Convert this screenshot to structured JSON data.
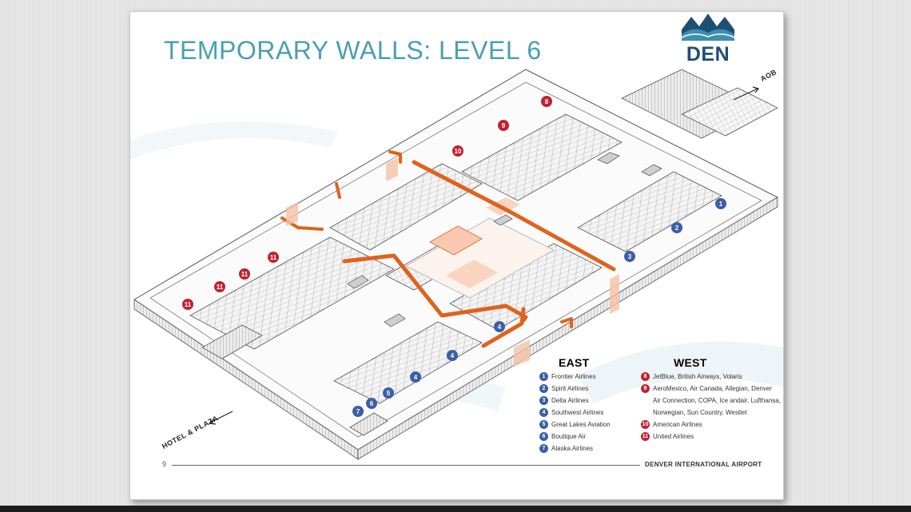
{
  "slide": {
    "title": "TEMPORARY WALLS: LEVEL 6",
    "logo_text": "DEN",
    "page_number": "9",
    "footer": "DENVER INTERNATIONAL AIRPORT",
    "direction_labels": {
      "aob": "AOB",
      "hotel_plaza": "HOTEL & PLAZA"
    }
  },
  "colors": {
    "title": "#4a9fb3",
    "logo_navy": "#1d4f75",
    "logo_teal": "#3d8fb0",
    "east_marker": "#3a5ea8",
    "west_marker": "#bf2233",
    "temporary_wall": "#e0621c",
    "temporary_wall_light": "#f6c2a6"
  },
  "map_markers": [
    {
      "label": "8",
      "side": "west"
    },
    {
      "label": "9",
      "side": "west"
    },
    {
      "label": "10",
      "side": "west"
    },
    {
      "label": "11",
      "side": "west"
    },
    {
      "label": "11",
      "side": "west"
    },
    {
      "label": "11",
      "side": "west"
    },
    {
      "label": "11",
      "side": "west"
    },
    {
      "label": "1",
      "side": "east"
    },
    {
      "label": "2",
      "side": "east"
    },
    {
      "label": "3",
      "side": "east"
    },
    {
      "label": "4",
      "side": "east"
    },
    {
      "label": "4",
      "side": "east"
    },
    {
      "label": "4",
      "side": "east"
    },
    {
      "label": "5",
      "side": "east"
    },
    {
      "label": "6",
      "side": "east"
    },
    {
      "label": "7",
      "side": "east"
    }
  ],
  "legend": {
    "east": {
      "heading": "EAST",
      "items": [
        {
          "num": "1",
          "name": "Frontier Airlines"
        },
        {
          "num": "2",
          "name": "Spirit Airlines"
        },
        {
          "num": "3",
          "name": "Delta Airlines"
        },
        {
          "num": "4",
          "name": "Southwest Airlines"
        },
        {
          "num": "5",
          "name": "Great Lakes Aviation"
        },
        {
          "num": "6",
          "name": "Boutique Air"
        },
        {
          "num": "7",
          "name": "Alaska Airlines"
        }
      ]
    },
    "west": {
      "heading": "WEST",
      "items": [
        {
          "num": "8",
          "name": "JetBlue, British Airways, Volaris"
        },
        {
          "num": "9",
          "name": "AeroMexico, Air Canada, Allegian, Denver",
          "continuation": [
            "Air Connection, COPA, Ice andair, Lufthansa,",
            "Norwegian, Sun Country, Westlet"
          ]
        },
        {
          "num": "10",
          "name": "American Airlines"
        },
        {
          "num": "11",
          "name": "United Airlines"
        }
      ]
    }
  }
}
